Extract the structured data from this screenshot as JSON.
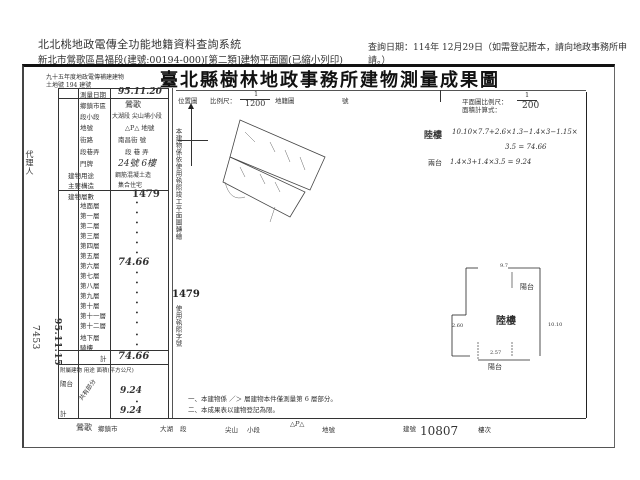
{
  "header": {
    "system_title": "北北桃地政電傳全功能地籍資料查詢系統",
    "document_subtitle": "新北市鶯歌區昌福段(建號:00194-000)[第二類]建物平面圖(已縮小列印)",
    "query_date": "查詢日期：114年 12月29日（如需登記謄本，請向地政事務所申請。）"
  },
  "form": {
    "title": "臺北縣樹林地政事務所建物測量成果圖",
    "top_note_line1": "九十五年度地政電傳補建建物",
    "top_note_line2": "土地號 194 建號",
    "application_date_label": "測量日期",
    "application_date_value": "95.11.20",
    "location_label": "位置圖",
    "scale_label": "比例尺：",
    "scale_numerator": "1",
    "scale_denominator": "1200",
    "map_sheet_label": "地籍圖",
    "map_number_label": "號",
    "plan_scale_label": "平面圖比例尺：",
    "plan_scale_numerator": "1",
    "plan_scale_denominator": "200",
    "area_calc_label": "面積計算式：",
    "agent_label": "代理人",
    "side_number": "7453",
    "stamp_text": "95.11.15",
    "building_number": "1479",
    "building_number_2": "1479",
    "left_table": {
      "rows": [
        {
          "label": "鄉鎮市區",
          "value": "鶯歌"
        },
        {
          "label": "段小段",
          "value": "大湖段 尖山埔小段"
        },
        {
          "label": "地號",
          "value": "△P△ 地號"
        },
        {
          "label": "街路",
          "value": "南昌街 號"
        },
        {
          "label": "段巷弄",
          "value": "段 巷 弄"
        },
        {
          "label": "門牌",
          "value": "24號 6樓"
        },
        {
          "label": "建物用途",
          "value": "鋼筋混凝土造"
        },
        {
          "label": "主要構造",
          "value": "集合住宅"
        },
        {
          "label": "建物層數",
          "value": "層次 1479"
        }
      ],
      "floors": [
        {
          "label": "地面層",
          "value": "•"
        },
        {
          "label": "第一層",
          "value": "•"
        },
        {
          "label": "第二層",
          "value": "•"
        },
        {
          "label": "第三層",
          "value": "•"
        },
        {
          "label": "第四層",
          "value": "•"
        },
        {
          "label": "第五層",
          "value": "•"
        },
        {
          "label": "第六層",
          "value": "74.66"
        },
        {
          "label": "第七層",
          "value": "•"
        },
        {
          "label": "第八層",
          "value": "•"
        },
        {
          "label": "第九層",
          "value": "•"
        },
        {
          "label": "第十層",
          "value": "•"
        },
        {
          "label": "第十一層",
          "value": "•"
        },
        {
          "label": "第十二層",
          "value": "•"
        },
        {
          "label": "地下層",
          "value": "•"
        },
        {
          "label": "騎樓",
          "value": "•"
        }
      ],
      "total_label": "計",
      "total_value": "74.66",
      "attached_header": "附屬建物 用途 面積(平方公尺)",
      "attached": [
        {
          "label": "陽台",
          "value": "9.24"
        },
        {
          "label": "",
          "value": "•"
        }
      ],
      "attached_total_label": "計",
      "attached_total_value": "9.24",
      "area_unit_label": "平方公尺",
      "shared_label": "共有部分"
    },
    "side_vertical_1": "本建物係依使用執照竣工平面圖轉繪",
    "side_vertical_2": "使用執照字號",
    "calculation": {
      "main_label": "陸樓",
      "main_formula_line1": "10.10×7.7+2.6×1.3−1.4×3−1.15×",
      "main_formula_line2": "3.5 = 74.66",
      "balcony_label": "兩台",
      "balcony_formula": "1.4×3+1.4×3.5 = 9.24"
    },
    "floorplan": {
      "main_room": "陸樓",
      "balcony_top": "陽台",
      "balcony_bottom": "陽台",
      "dim_top": "9.7",
      "dim_right": "10.10",
      "dim_left": "2.60",
      "dim_bottom": "2.57"
    },
    "notes": {
      "note1": "一、本建物係 ／＞ 層建物本件僅測量第 6 層部分。",
      "note2": "二、本成果表以建物登記為限。"
    },
    "footer": {
      "township": "鶯歌",
      "township_label": "鄉鎮市",
      "section": "大湖",
      "section_label": "段",
      "subsection": "尖山",
      "subsection_label": "小段",
      "land_no": "△P△",
      "land_no_label": "地號",
      "building_no_label": "建號",
      "building_no": "10807",
      "sheet_label": "樓次"
    }
  }
}
